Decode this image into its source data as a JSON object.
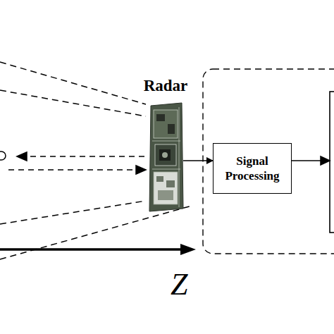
{
  "diagram": {
    "nodes": [
      {
        "text": [
          "Radar"
        ]
      },
      {
        "text": [
          "Signal Processing"
        ]
      }
    ],
    "edges": [
      {
        "from": 0,
        "to": 1,
        "arrow": "to"
      }
    ],
    "labels": [
      "Z"
    ]
  }
}
